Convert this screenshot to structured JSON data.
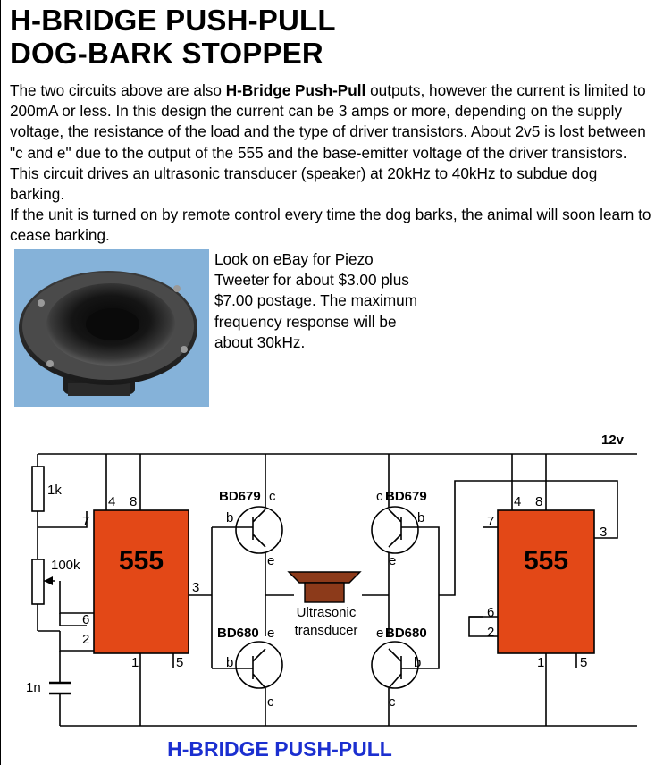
{
  "title_line1": "H-BRIDGE PUSH-PULL",
  "title_line2": "DOG-BARK STOPPER",
  "intro": {
    "seg1": "The two circuits above are also ",
    "seg2_bold": "H-Bridge Push-Pull",
    "seg3": " outputs, however the current is limited to 200mA or less. In this design the current can be 3 amps or more, depending on the supply voltage, the resistance of the load and the type of driver transistors. About 2v5 is lost between \"c and e\" due to the output of the 555 and the base-emitter voltage of the driver transistors. This circuit drives an ultrasonic transducer (speaker) at 20kHz to 40kHz to subdue dog barking.",
    "para2": "If the unit is turned on by remote control every time the dog barks, the animal will soon learn to cease barking."
  },
  "product_note": "Look on eBay for Piezo Tweeter for about $3.00 plus $7.00 postage. The maximum frequency response will be about 30kHz.",
  "schematic": {
    "supply_label": "12v",
    "caption": "H-BRIDGE PUSH-PULL",
    "ic_label": "555",
    "r1_label": "1k",
    "pot_label": "100k",
    "cap_label": "1n",
    "transducer_label_1": "Ultrasonic",
    "transducer_label_2": "transducer",
    "q_npn": "BD679",
    "q_pnp": "BD680",
    "pin_4": "4",
    "pin_8": "8",
    "pin_7": "7",
    "pin_6": "6",
    "pin_2": "2",
    "pin_1": "1",
    "pin_5": "5",
    "pin_3": "3",
    "t_b": "b",
    "t_c": "c",
    "t_e": "e",
    "colors": {
      "ic_fill": "#e34817",
      "caption": "#1b2fd0",
      "transducer": "#8c3a1a",
      "photo_bg": "#85b2d9"
    }
  }
}
